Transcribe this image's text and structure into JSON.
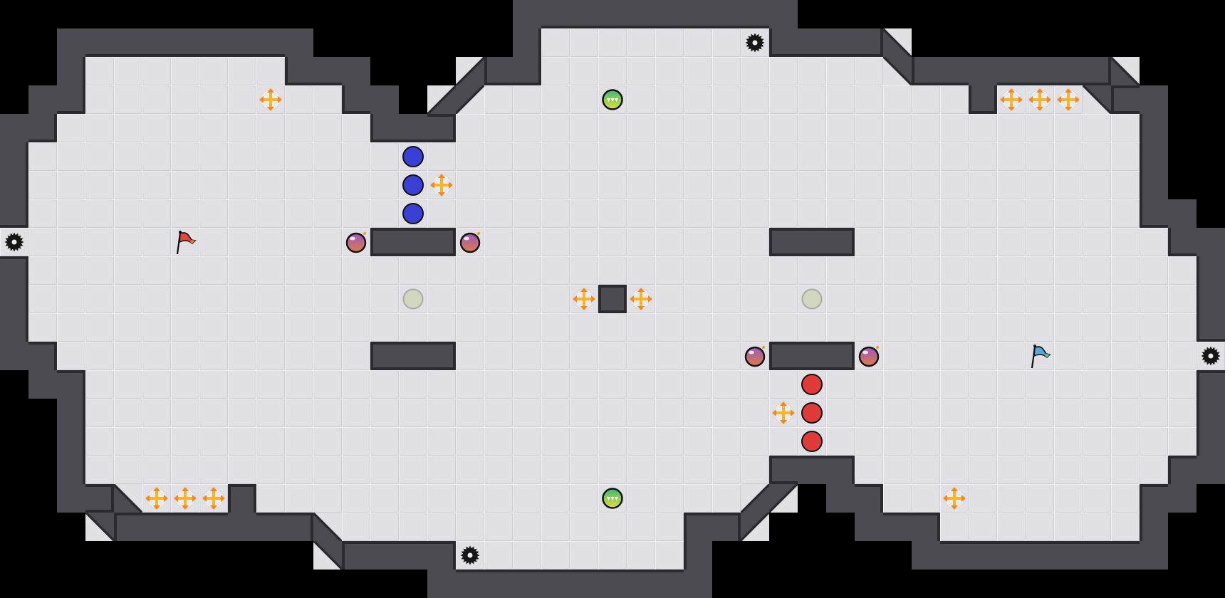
{
  "game": {
    "mode": "capture-the-flag",
    "teams": [
      "red",
      "blue"
    ]
  },
  "colors": {
    "background": "#000000",
    "wall": "#4c4b51",
    "wall_edge": "#2b2a2f",
    "floor": "#e1e0e5",
    "floor_light": "#f1f1f4",
    "floor_dark": "#cdccd2",
    "red_team": "#e13a3a",
    "blue_team": "#3a3fd6",
    "boost": "#f7b52c",
    "boost_dark": "#f08a1c",
    "spike": "#161616",
    "bomb_top": "#9a5ab8",
    "bomb_bottom": "#e07a4a",
    "gate_off": "#cfd8bf",
    "powerup_top": "#3cb878",
    "powerup_bottom": "#e2e23a",
    "red_flag": "#e8463a",
    "red_flag_tail": "#f08030",
    "blue_flag": "#5aa8d8",
    "blue_flag_tail": "#5ac890"
  },
  "legend": {
    "S": "spike-icon",
    "B": "boost-icon",
    "F": "red-flag-icon",
    "G": "blue-flag-icon",
    "O": "bomb-icon",
    "U": "blue-team-tile",
    "R": "red-team-tile",
    "P": "neutral-gate",
    "W": "powerup-icon"
  }
}
